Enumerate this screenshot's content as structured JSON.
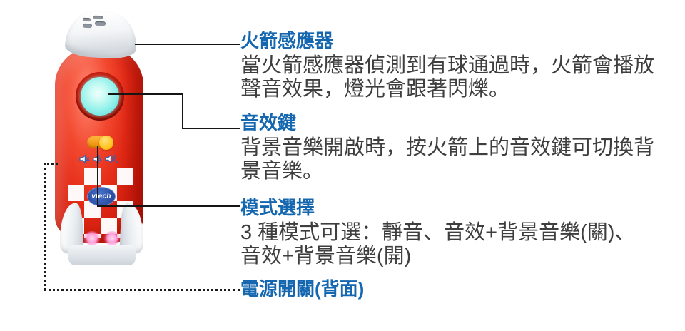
{
  "colors": {
    "heading_blue": "#1567b0",
    "body_text": "#3e3e3e",
    "rocket_red": "#e32a16",
    "window_cyan": "#8ff0ea",
    "button_orange": "#e88a00",
    "button_yellow": "#ffc31e",
    "logo_blue": "#2b4ea3",
    "led_pink": "#ff9ed8",
    "callout_line": "#151515"
  },
  "rocket": {
    "logo_text": "vtech",
    "icons": [
      "mute-speaker-icon",
      "speaker-icon",
      "speaker-music-icon"
    ]
  },
  "sections": [
    {
      "heading": "火箭感應器",
      "body_lines": [
        "當火箭感應器偵測到有球通過時，火箭會播放",
        "聲音效果，燈光會跟著閃爍。"
      ]
    },
    {
      "heading": "音效鍵",
      "body_lines": [
        "背景音樂開啟時，按火箭上的音效鍵可切換背",
        "景音樂。"
      ]
    },
    {
      "heading": "模式選擇",
      "body_lines": [
        "3 種模式可選：靜音、音效+背景音樂(關)、",
        "音效+背景音樂(開)"
      ]
    },
    {
      "heading": "電源開關(背面)",
      "body_lines": []
    }
  ]
}
